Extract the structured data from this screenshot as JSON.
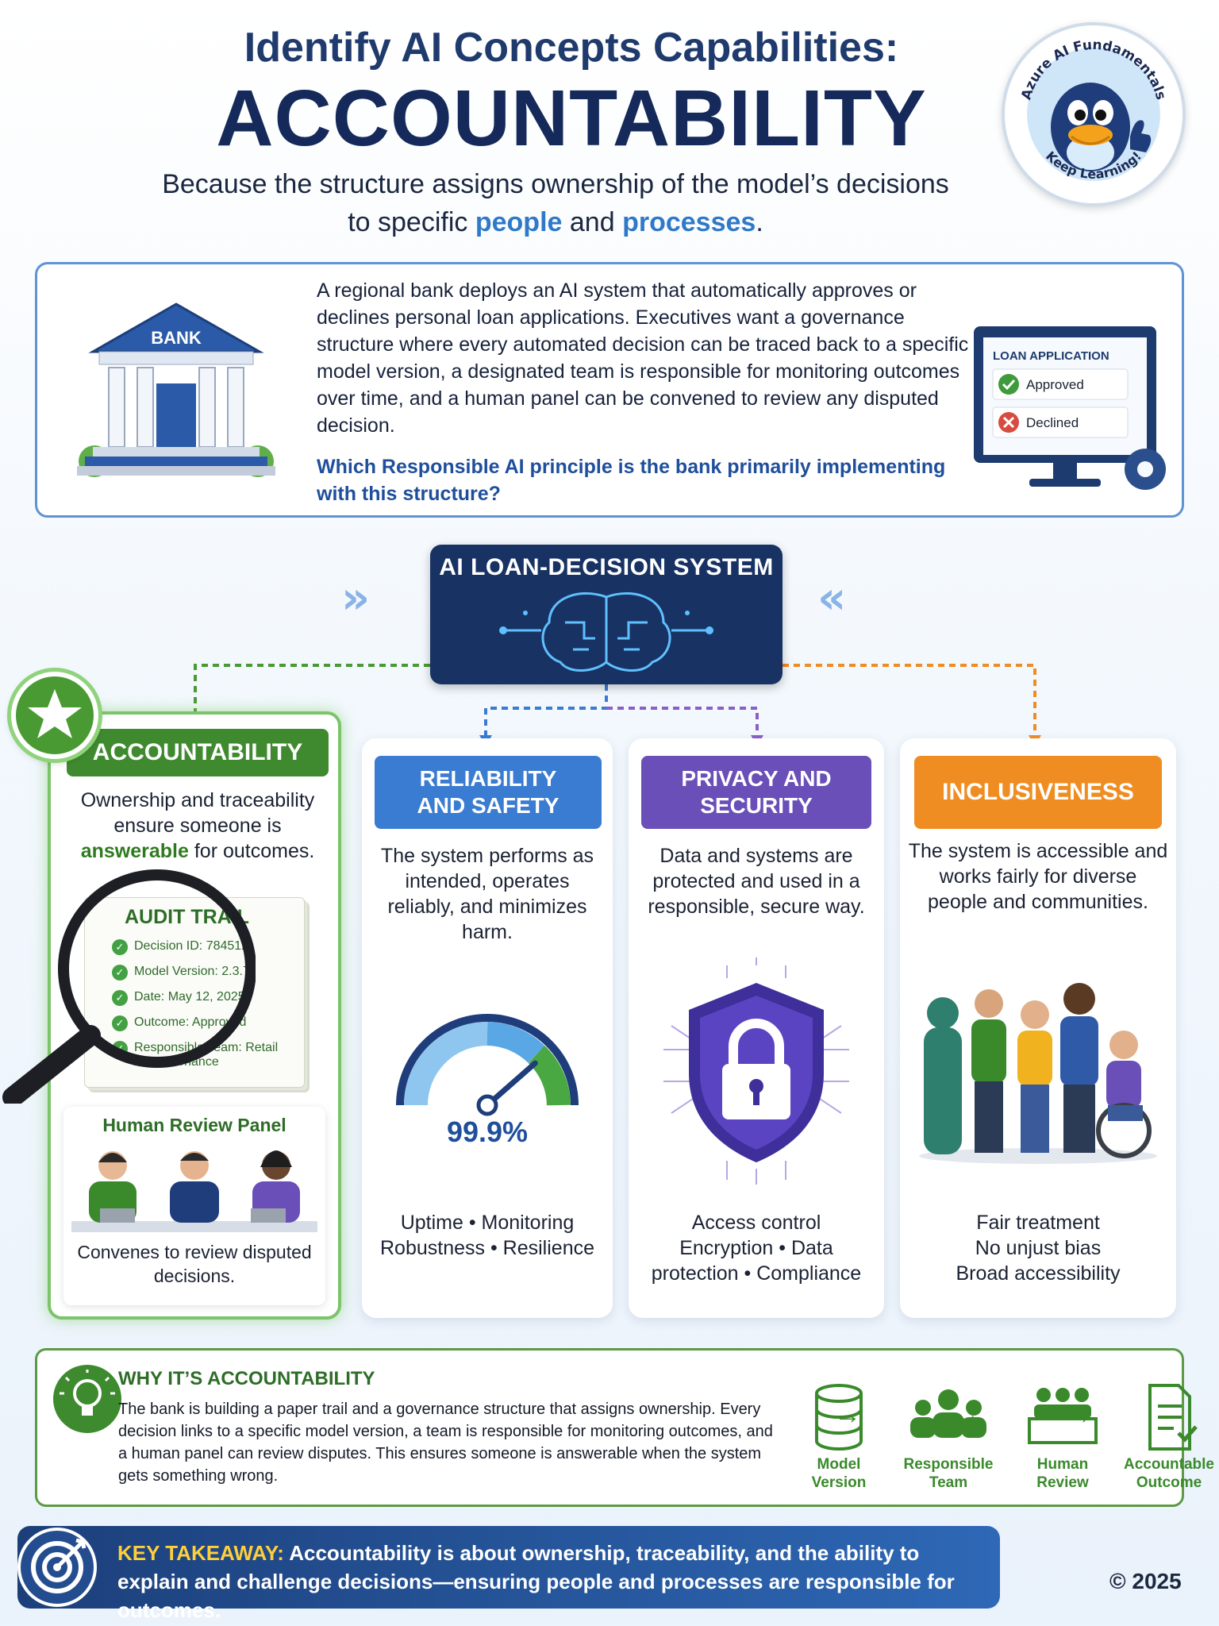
{
  "header": {
    "line1": "Identify AI Concepts Capabilities:",
    "line2": "ACCOUNTABILITY",
    "subtitle_a": "Because the structure assigns ownership of the model’s decisions",
    "subtitle_b": "to specific",
    "subtitle_people": "people",
    "subtitle_and": "and",
    "subtitle_processes": "processes",
    "subtitle_end": "."
  },
  "badge": {
    "top_text": "Azure AI Fundamentals",
    "bottom_text": "Keep Learning!"
  },
  "scenario": {
    "bank_label": "BANK",
    "text": "A regional bank deploys an AI system that automatically approves or declines personal loan applications. Executives want a governance structure where every automated decision can be traced back to a specific model version, a designated team is responsible for monitoring outcomes over time, and a human panel can be convened to review any disputed decision.",
    "question": "Which Responsible AI principle is the bank primarily implementing with this structure?",
    "monitor_title": "LOAN APPLICATION",
    "monitor_approved": "Approved",
    "monitor_declined": "Declined"
  },
  "ai_system": {
    "title": "AI LOAN-DECISION SYSTEM"
  },
  "cards": {
    "accountability": {
      "title": "ACCOUNTABILITY",
      "desc_a": "Ownership and traceability ensure someone is",
      "desc_keyword": "answerable",
      "desc_b": "for outcomes.",
      "audit_title": "AUDIT TRAIL",
      "audit_items": [
        "Decision ID: 784512",
        "Model Version: 2.3.7",
        "Date: May 12, 2025",
        "Outcome: Approved",
        "Responsible Team: Retail AI Governance"
      ],
      "panel_title": "Human Review Panel",
      "panel_desc": "Convenes to review disputed decisions."
    },
    "reliability": {
      "title_a": "RELIABILITY",
      "title_b": "AND SAFETY",
      "desc": "The system performs as intended, operates reliably, and minimizes harm.",
      "gauge_value": "99.9%",
      "gauge_fraction": 0.9,
      "foot_a": "Uptime • Monitoring",
      "foot_b": "Robustness • Resilience"
    },
    "privacy": {
      "title_a": "PRIVACY AND",
      "title_b": "SECURITY",
      "desc": "Data and systems are protected and used in a responsible, secure way.",
      "foot_a": "Access control",
      "foot_b": "Encryption • Data",
      "foot_c": "protection • Compliance"
    },
    "inclusiveness": {
      "title": "INCLUSIVENESS",
      "desc": "The system is accessible and works fairly for diverse people and communities.",
      "foot_a": "Fair treatment",
      "foot_b": "No unjust bias",
      "foot_c": "Broad accessibility"
    }
  },
  "why": {
    "title": "WHY IT’S ACCOUNTABILITY",
    "text": "The bank is building a paper trail and a governance structure that assigns ownership. Every decision links to a specific model version, a team is responsible for monitoring outcomes, and a human panel can review disputes. This ensures someone is answerable when the system gets something wrong.",
    "flow": [
      {
        "line1": "Model",
        "line2": "Version",
        "icon": "database-icon"
      },
      {
        "line1": "Responsible",
        "line2": "Team",
        "icon": "team-icon"
      },
      {
        "line1": "Human",
        "line2": "Review",
        "icon": "review-icon"
      },
      {
        "line1": "Accountable",
        "line2": "Outcome",
        "icon": "document-icon"
      }
    ]
  },
  "takeaway": {
    "label": "KEY TAKEAWAY:",
    "text": "Accountability is about ownership, traceability, and the ability to explain and challenge decisions—ensuring people and processes are responsible for outcomes."
  },
  "copyright": "© 2025",
  "colors": {
    "navy": "#152a5a",
    "accent_blue": "#2f79c9",
    "accountability_green": "#3f8a2f",
    "reliability_blue": "#3a7cd1",
    "privacy_purple": "#6a4fb8",
    "inclusiveness_orange": "#ef8d22"
  }
}
